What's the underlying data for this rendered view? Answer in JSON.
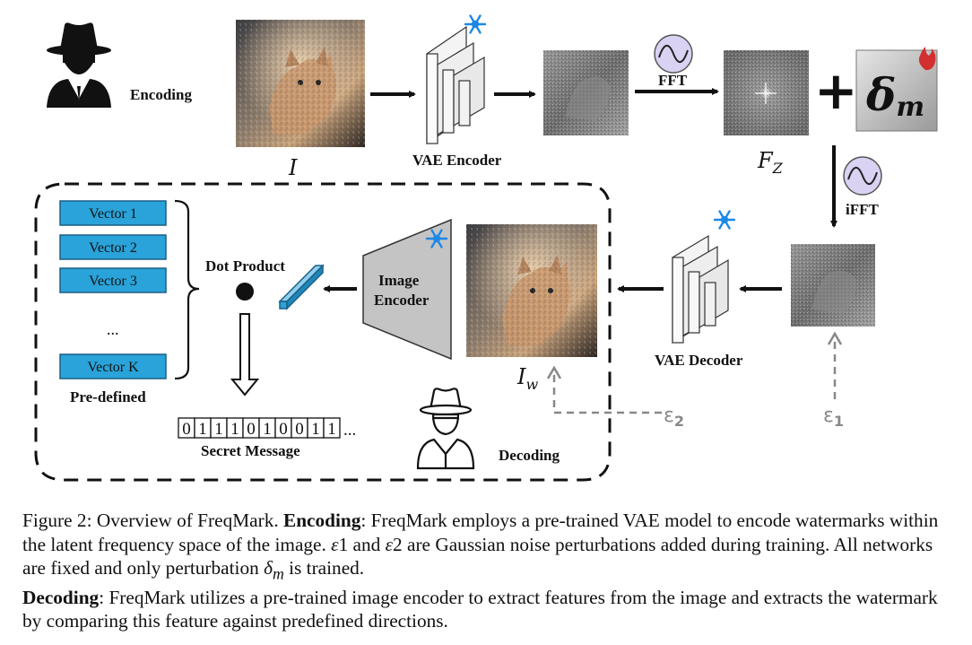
{
  "diagram": {
    "labels": {
      "encoding": "Encoding",
      "decoding": "Decoding",
      "vae_encoder": "VAE Encoder",
      "vae_decoder": "VAE Decoder",
      "fft": "FFT",
      "ifft": "iFFT",
      "image_encoder_line1": "Image",
      "image_encoder_line2": "Encoder",
      "dot_product": "Dot Product",
      "pre_defined": "Pre-defined",
      "secret_message": "Secret Message",
      "ellipsis_vectors": "...",
      "ellipsis_bits": "...",
      "input_image": "I",
      "freq_label": "F",
      "freq_label_sub": "Z",
      "watermarked": "I",
      "watermarked_sub": "w",
      "plus": "+",
      "delta": "δ",
      "delta_sub": "m",
      "eps1": "ε",
      "eps1_sub": "1",
      "eps2": "ε",
      "eps2_sub": "2"
    },
    "vectors": [
      "Vector 1",
      "Vector 2",
      "Vector 3",
      "Vector K"
    ],
    "bits": [
      "0",
      "1",
      "1",
      "1",
      "0",
      "1",
      "0",
      "0",
      "1",
      "1"
    ],
    "colors": {
      "vector_fill": "#29a3d9",
      "vector_stroke": "#1a5f86",
      "flame": "#d32f2f",
      "snowflake": "#1e88e5",
      "fft_circle": "#d9d2f2"
    }
  },
  "caption": {
    "fig": "Figure 2: Overview of FreqMark.",
    "enc_head": "Encoding",
    "part1": ": FreqMark employs a pre-trained VAE model to encode watermarks within the latent frequency space of the image.",
    "eps1_sym": "ε",
    "eps1_num": "1",
    "and": "and",
    "eps2_sym": "ε",
    "eps2_num": "2",
    "part2": "are Gaussian noise perturbations added during training. All networks are fixed and only perturbation",
    "delta_sym": "δ",
    "delta_sub": "m",
    "part3": "is trained.",
    "dec_head": "Decoding",
    "part4": ": FreqMark utilizes a pre-trained image encoder to extract features from the image and extracts the watermark by comparing this feature against predefined directions."
  }
}
